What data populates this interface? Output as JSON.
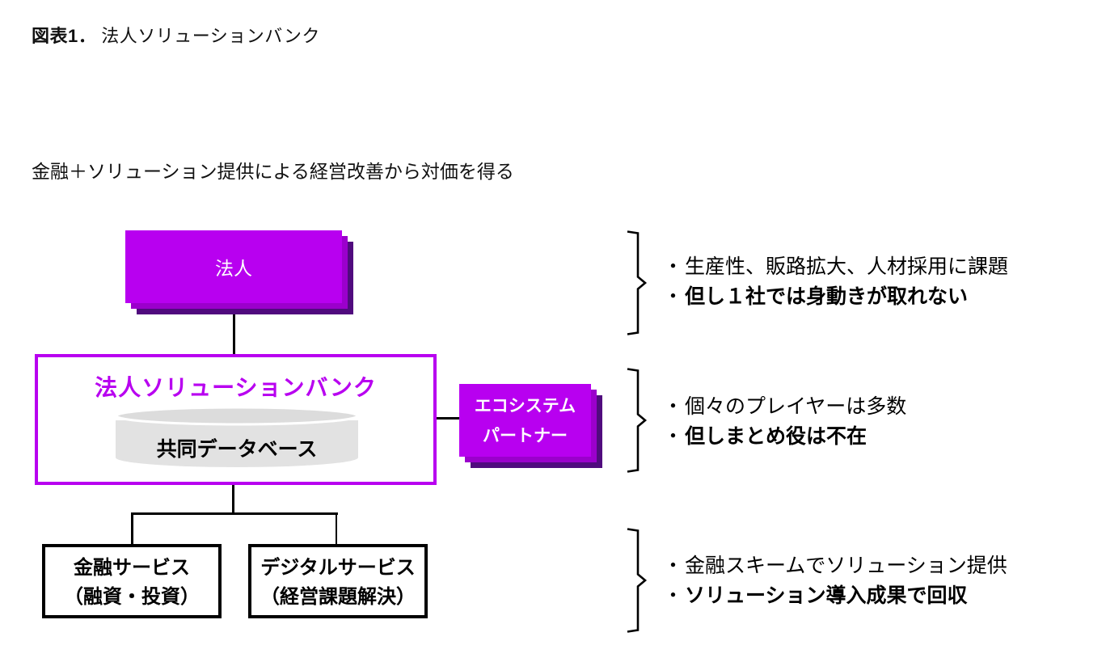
{
  "title": {
    "prefix": "図表1．",
    "text": "法人ソリューションバンク"
  },
  "subtitle": "金融＋ソリューション提供による経営改善から対価を得る",
  "colors": {
    "magenta": "#b800f0",
    "magenta_shadow_mid": "#9b00cc",
    "purple_shadow_dark": "#500b7e",
    "cylinder_top": "#dcdcdc",
    "cylinder_body": "#e2e2e2",
    "line_black": "#000000"
  },
  "boxes": {
    "corporation": {
      "label": "法人"
    },
    "bank": {
      "title": "法人ソリューションバンク",
      "database_label": "共同データベース"
    },
    "ecosystem": {
      "line1": "エコシステム",
      "line2": "パートナー"
    },
    "finance": {
      "line1": "金融サービス",
      "line2": "（融資・投資）"
    },
    "digital": {
      "line1": "デジタルサービス",
      "line2": "（経営課題解決）"
    }
  },
  "annotation_groups": [
    {
      "bullet": "・",
      "items": [
        {
          "text": "生産性、販路拡大、人材採用に課題",
          "bold": false
        },
        {
          "text": "但し１社では身動きが取れない",
          "bold": true
        }
      ]
    },
    {
      "bullet": "・",
      "items": [
        {
          "text": "個々のプレイヤーは多数",
          "bold": false
        },
        {
          "text": "但しまとめ役は不在",
          "bold": true
        }
      ]
    },
    {
      "bullet": "・",
      "items": [
        {
          "text": "金融スキームでソリューション提供",
          "bold": false
        },
        {
          "text": "ソリューション導入成果で回収",
          "bold": true
        }
      ]
    }
  ]
}
